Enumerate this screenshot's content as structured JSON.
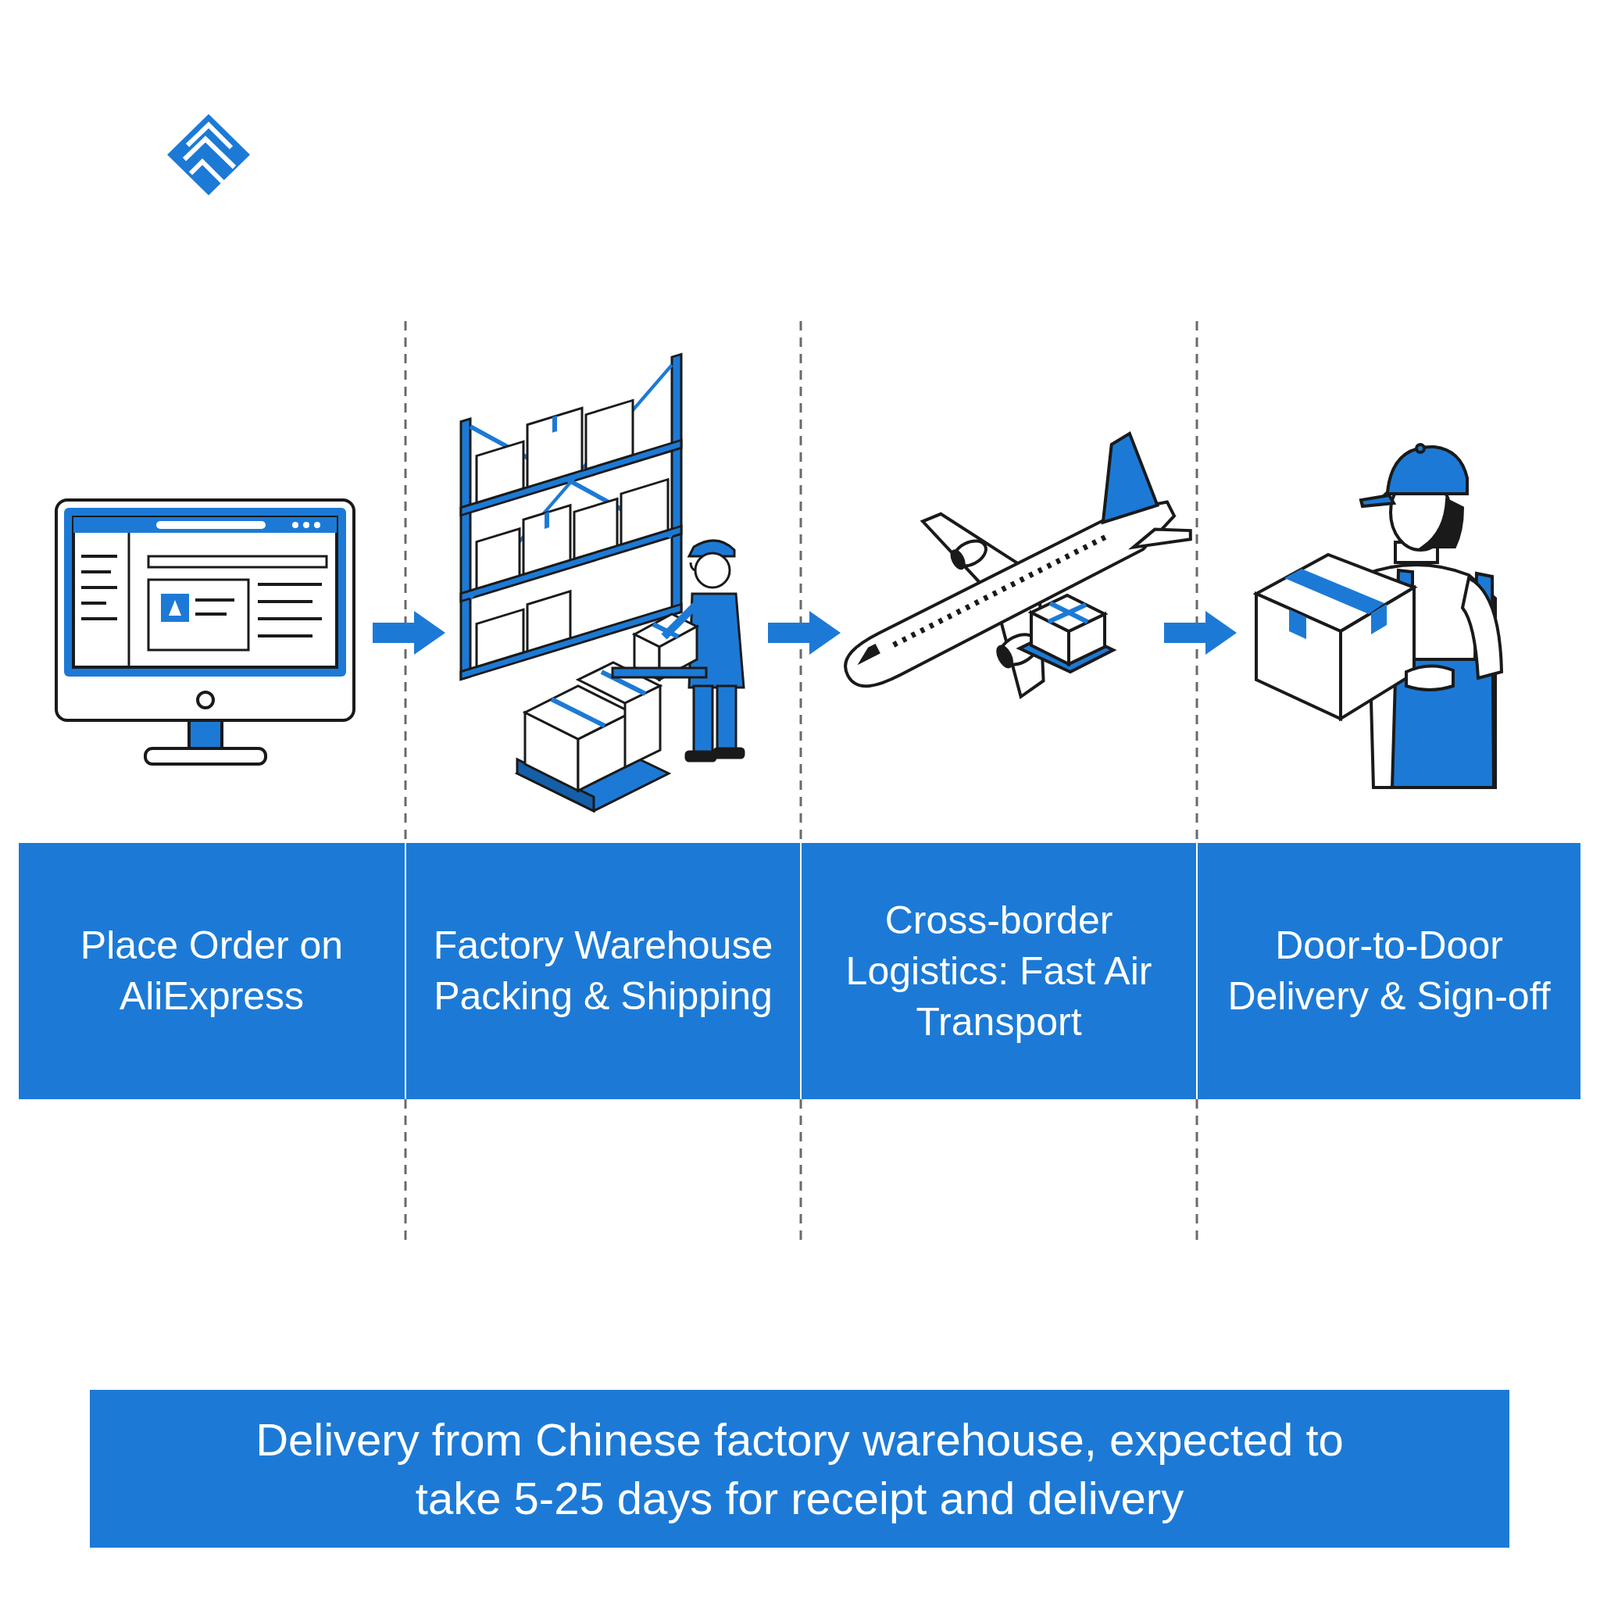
{
  "diagram": {
    "nodes": [
      {
        "text": [
          "Place Order on AliExpress"
        ]
      },
      {
        "text": [
          "Factory Warehouse Packing & Shipping"
        ]
      },
      {
        "text": [
          "Cross-border Logistics: Fast Air Transport"
        ]
      },
      {
        "text": [
          "Door-to-Door Delivery & Sign-off"
        ]
      },
      {
        "text": [
          "Delivery from Chinese factory warehouse, expected to take 5-25 days for receipt and delivery"
        ]
      }
    ],
    "edges": [
      {
        "from": 0,
        "to": 1,
        "arrow": "to"
      },
      {
        "from": 1,
        "to": 2,
        "arrow": "to"
      },
      {
        "from": 2,
        "to": 3,
        "arrow": "to"
      }
    ]
  }
}
